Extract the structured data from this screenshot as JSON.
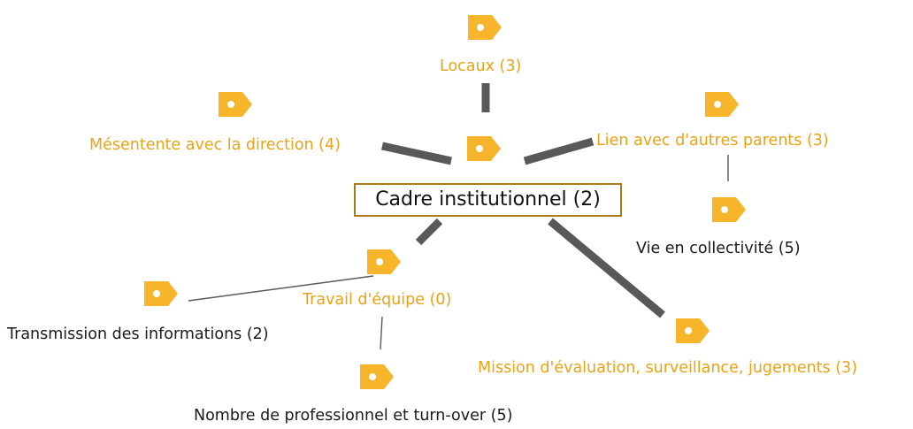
{
  "diagram": {
    "accent_color": "#E8A317",
    "connector_color": "#595959",
    "central": {
      "label": "Cadre institutionnel (2)",
      "icon": "tag-icon"
    },
    "nodes": {
      "locaux": {
        "label": "Locaux (3)",
        "icon": "tag-icon"
      },
      "mesentente": {
        "label": "Mésentente avec la direction (4)",
        "icon": "tag-icon"
      },
      "lien_parents": {
        "label": "Lien avec d'autres parents (3)",
        "icon": "tag-icon"
      },
      "vie_collectivite": {
        "label": "Vie en collectivité (5)",
        "icon": "tag-icon"
      },
      "travail_equipe": {
        "label": "Travail d'équipe (0)",
        "icon": "tag-icon"
      },
      "transmission": {
        "label": "Transmission des informations (2)",
        "icon": "tag-icon"
      },
      "nombre_professionnel": {
        "label": "Nombre de professionnel et turn-over (5)",
        "icon": "tag-icon"
      },
      "mission": {
        "label": "Mission d'évaluation, surveillance, jugements (3)",
        "icon": "tag-icon"
      }
    }
  }
}
